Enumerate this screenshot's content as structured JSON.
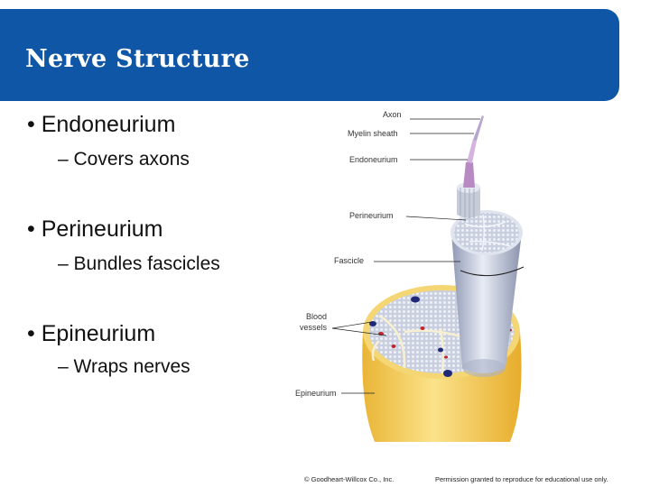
{
  "title": "Nerve Structure",
  "bullets": [
    {
      "main": "• Endoneurium",
      "sub": "– Covers axons"
    },
    {
      "main": "• Perineurium",
      "sub": "– Bundles fascicles"
    },
    {
      "main": "• Epineurium",
      "sub": "– Wraps nerves"
    }
  ],
  "figure": {
    "labels": {
      "axon": "Axon",
      "myelin": "Myelin sheath",
      "endoneurium": "Endoneurium",
      "perineurium": "Perineurium",
      "fascicle": "Fascicle",
      "blood1": "Blood",
      "blood2": "vessels",
      "epineurium": "Epineurium"
    }
  },
  "credits": {
    "left": "© Goodheart-Willcox Co., Inc.",
    "right": "Permission granted to reproduce for educational use only."
  },
  "colors": {
    "title_bar": "#0f57a6",
    "epineurium": "#f2c94c",
    "perineurium": "#b9c1d6"
  }
}
